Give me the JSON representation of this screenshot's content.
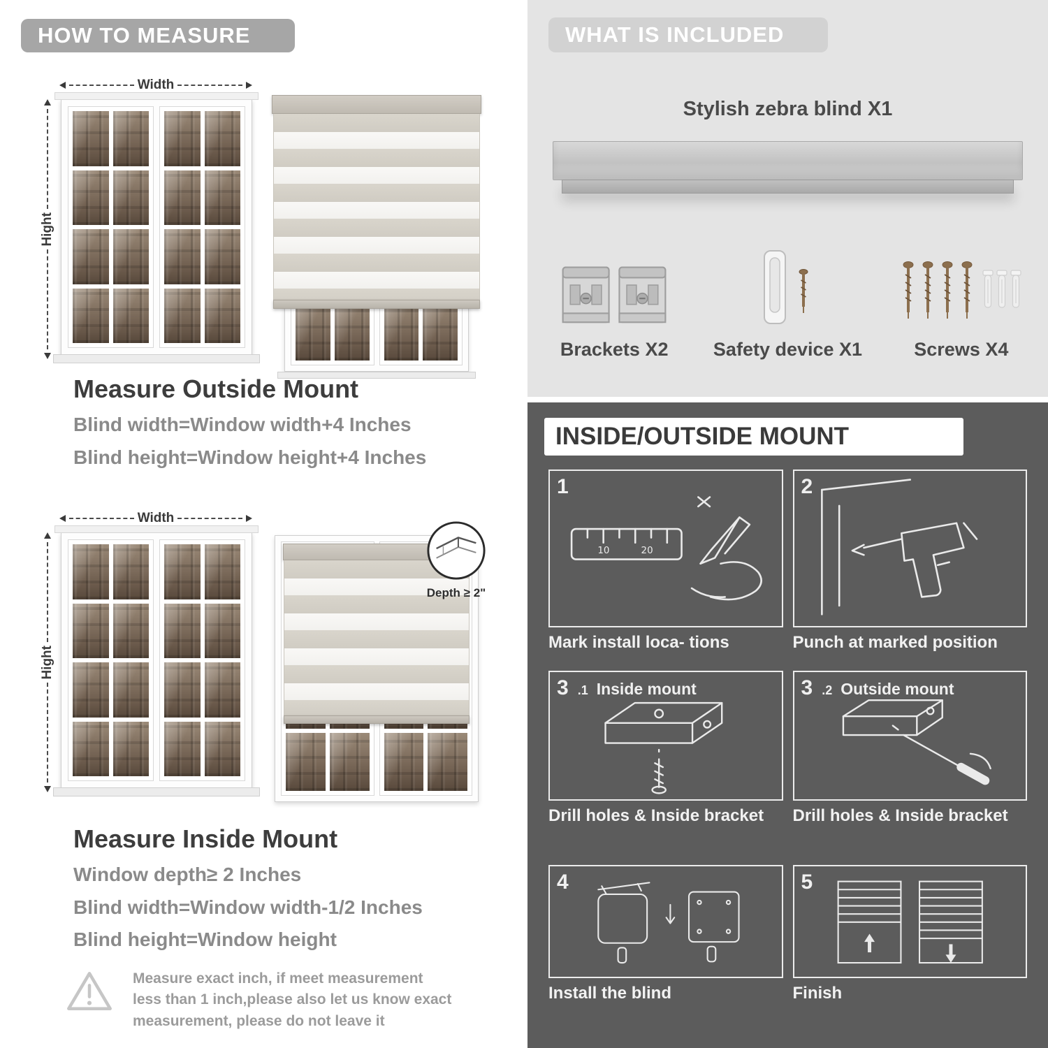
{
  "left": {
    "banner": "HOW TO MEASURE",
    "outside": {
      "width_label": "Width",
      "height_label": "Hight",
      "heading": "Measure Outside Mount",
      "lines": [
        "Blind width=Window width+4 Inches",
        "Blind height=Window height+4 Inches"
      ]
    },
    "inside": {
      "width_label": "Width",
      "height_label": "Hight",
      "depth_callout": "Depth ≥ 2\"",
      "heading": "Measure Inside Mount",
      "lines": [
        "Window depth≥ 2 Inches",
        "Blind width=Window width-1/2 Inches",
        "Blind height=Window height"
      ]
    },
    "warning_text": "Measure exact inch, if meet measurement less than 1 inch,please also let us know exact measurement, please do not leave it"
  },
  "right": {
    "included": {
      "banner": "WHAT IS INCLUDED",
      "product_label": "Stylish zebra blind X1",
      "items": [
        {
          "name": "brackets",
          "label": "Brackets X2"
        },
        {
          "name": "safety-device",
          "label": "Safety device X1"
        },
        {
          "name": "screws",
          "label": "Screws X4"
        }
      ]
    },
    "mount": {
      "heading": "INSIDE/OUTSIDE MOUNT",
      "steps": [
        {
          "num": "1",
          "sub": "",
          "title": "",
          "caption": "Mark install loca- tions"
        },
        {
          "num": "2",
          "sub": "",
          "title": "",
          "caption": "Punch at  marked position"
        },
        {
          "num": "3",
          "sub": ".1",
          "title": "Inside mount",
          "caption": "Drill holes &  Inside bracket"
        },
        {
          "num": "3",
          "sub": ".2",
          "title": "Outside mount",
          "caption": "Drill holes &  Inside bracket"
        },
        {
          "num": "4",
          "sub": "",
          "title": "",
          "caption": "Install the blind"
        },
        {
          "num": "5",
          "sub": "",
          "title": "",
          "caption": "Finish"
        }
      ]
    }
  },
  "icons": {
    "warning": "warning-triangle-icon",
    "depth_zoom": "magnifier-circle-icon"
  },
  "colors": {
    "left_banner": "#a6a6a6",
    "included_bg": "#e4e4e4",
    "included_banner": "#d2d2d2",
    "mount_bg": "#5c5c5c",
    "heading_text": "#3d3d3d",
    "body_text": "#8a8a8a"
  }
}
